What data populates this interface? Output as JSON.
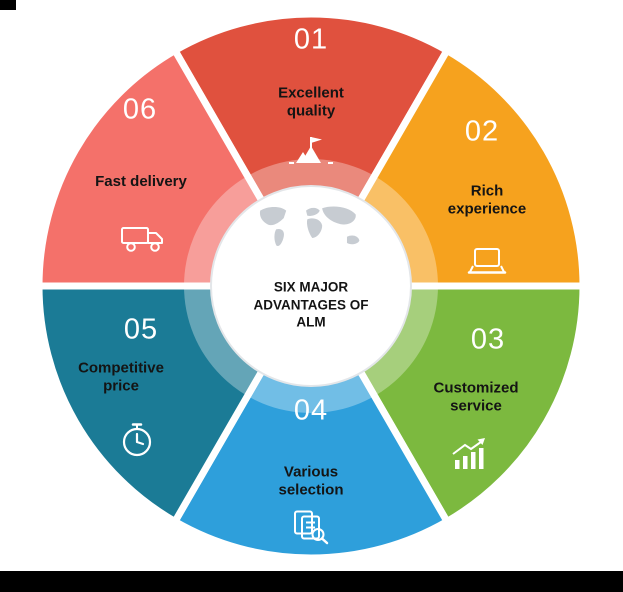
{
  "page": {
    "background_color": "#ffffff",
    "bar_color": "#000000"
  },
  "center": {
    "title": "SIX MAJOR ADVANTAGES OF ALM",
    "map_icon": "world-map-icon",
    "circle_color": "#ffffff",
    "map_color": "#c7ccd2"
  },
  "segments": [
    {
      "number": "01",
      "label": "Excellent quality",
      "icon": "flag-mountain-icon",
      "color": "#e0513e"
    },
    {
      "number": "02",
      "label": "Rich experience",
      "icon": "laptop-icon",
      "color": "#f6a21e"
    },
    {
      "number": "03",
      "label": "Customized service",
      "icon": "growth-chart-icon",
      "color": "#7cb93f"
    },
    {
      "number": "04",
      "label": "Various selection",
      "icon": "document-search-icon",
      "color": "#2e9fdb"
    },
    {
      "number": "05",
      "label": "Competitive price",
      "icon": "clock-icon",
      "color": "#1b7b96"
    },
    {
      "number": "06",
      "label": "Fast delivery",
      "icon": "delivery-truck-icon",
      "color": "#f4716a"
    }
  ]
}
